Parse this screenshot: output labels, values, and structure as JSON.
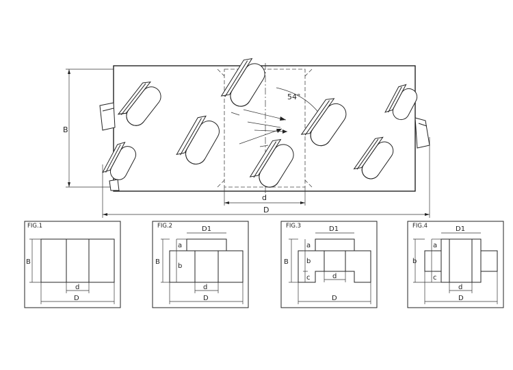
{
  "main_view": {
    "angle_label": "54°",
    "label_B": "B",
    "label_d": "d",
    "label_D": "D"
  },
  "figures": [
    {
      "title": "FIG.1",
      "labels": {
        "B": "B",
        "d": "d",
        "D": "D"
      }
    },
    {
      "title": "FIG.2",
      "labels": {
        "D1": "D1",
        "a": "a",
        "B": "B",
        "b": "b",
        "d": "d",
        "D": "D"
      }
    },
    {
      "title": "FIG.3",
      "labels": {
        "D1": "D1",
        "a": "a",
        "B": "B",
        "b": "b",
        "c": "c",
        "d": "d",
        "D": "D"
      }
    },
    {
      "title": "FIG.4",
      "labels": {
        "D1": "D1",
        "a": "a",
        "b": "b",
        "c": "c",
        "d": "d",
        "D": "D"
      }
    }
  ]
}
